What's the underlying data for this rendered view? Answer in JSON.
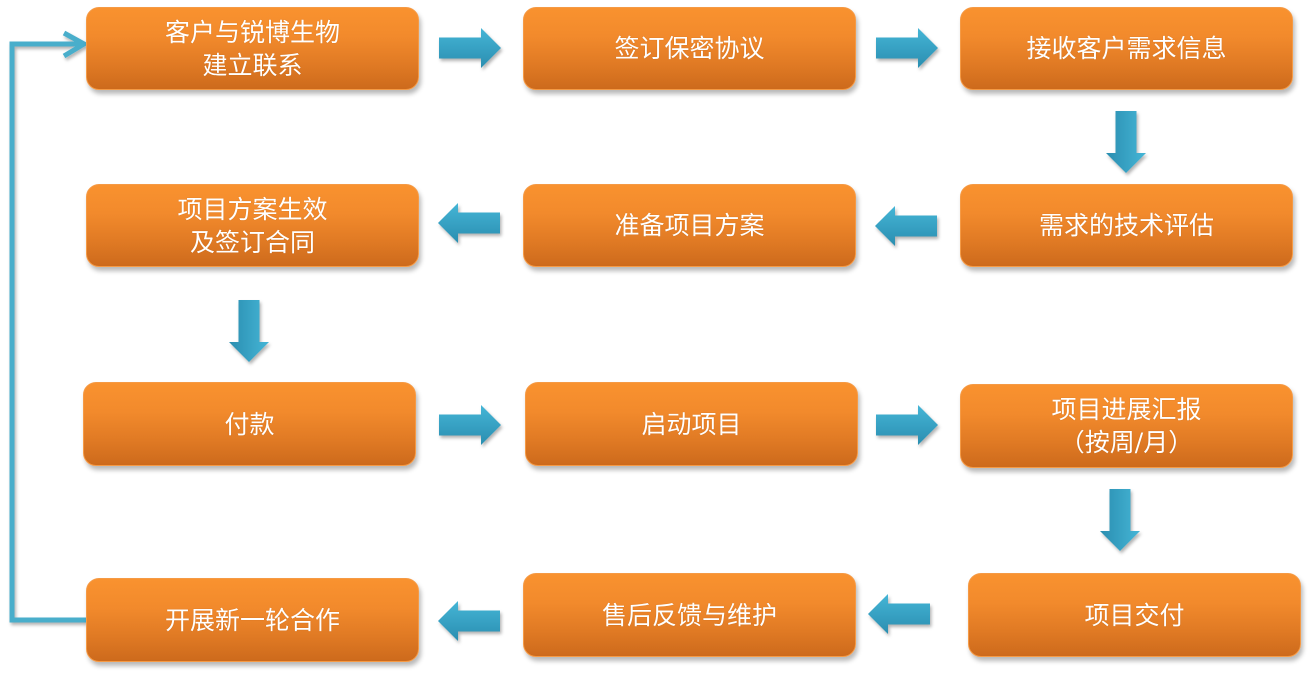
{
  "diagram": {
    "type": "flowchart",
    "colors": {
      "box_top": "#f9922f",
      "box_bottom": "#cd6a1c",
      "arrow_light": "#3fb0d2",
      "arrow_dark": "#2a8eb0",
      "loop_line": "#4aaecb",
      "text": "#ffffff"
    },
    "steps": [
      {
        "id": "s1",
        "label": "客户与锐博生物\n建立联系"
      },
      {
        "id": "s2",
        "label": "签订保密协议"
      },
      {
        "id": "s3",
        "label": "接收客户需求信息"
      },
      {
        "id": "s4",
        "label": "需求的技术评估"
      },
      {
        "id": "s5",
        "label": "准备项目方案"
      },
      {
        "id": "s6",
        "label": "项目方案生效\n及签订合同"
      },
      {
        "id": "s7",
        "label": "付款"
      },
      {
        "id": "s8",
        "label": "启动项目"
      },
      {
        "id": "s9",
        "label": "项目进展汇报\n（按周/月）"
      },
      {
        "id": "s10",
        "label": "项目交付"
      },
      {
        "id": "s11",
        "label": "售后反馈与维护"
      },
      {
        "id": "s12",
        "label": "开展新一轮合作"
      }
    ],
    "edges": [
      {
        "from": "s1",
        "to": "s2",
        "direction": "right"
      },
      {
        "from": "s2",
        "to": "s3",
        "direction": "right"
      },
      {
        "from": "s3",
        "to": "s4",
        "direction": "down"
      },
      {
        "from": "s4",
        "to": "s5",
        "direction": "left"
      },
      {
        "from": "s5",
        "to": "s6",
        "direction": "left"
      },
      {
        "from": "s6",
        "to": "s7",
        "direction": "down"
      },
      {
        "from": "s7",
        "to": "s8",
        "direction": "right"
      },
      {
        "from": "s8",
        "to": "s9",
        "direction": "right"
      },
      {
        "from": "s9",
        "to": "s10",
        "direction": "down"
      },
      {
        "from": "s10",
        "to": "s11",
        "direction": "left"
      },
      {
        "from": "s11",
        "to": "s12",
        "direction": "left"
      },
      {
        "from": "s12",
        "to": "s1",
        "direction": "loop-back"
      }
    ]
  }
}
